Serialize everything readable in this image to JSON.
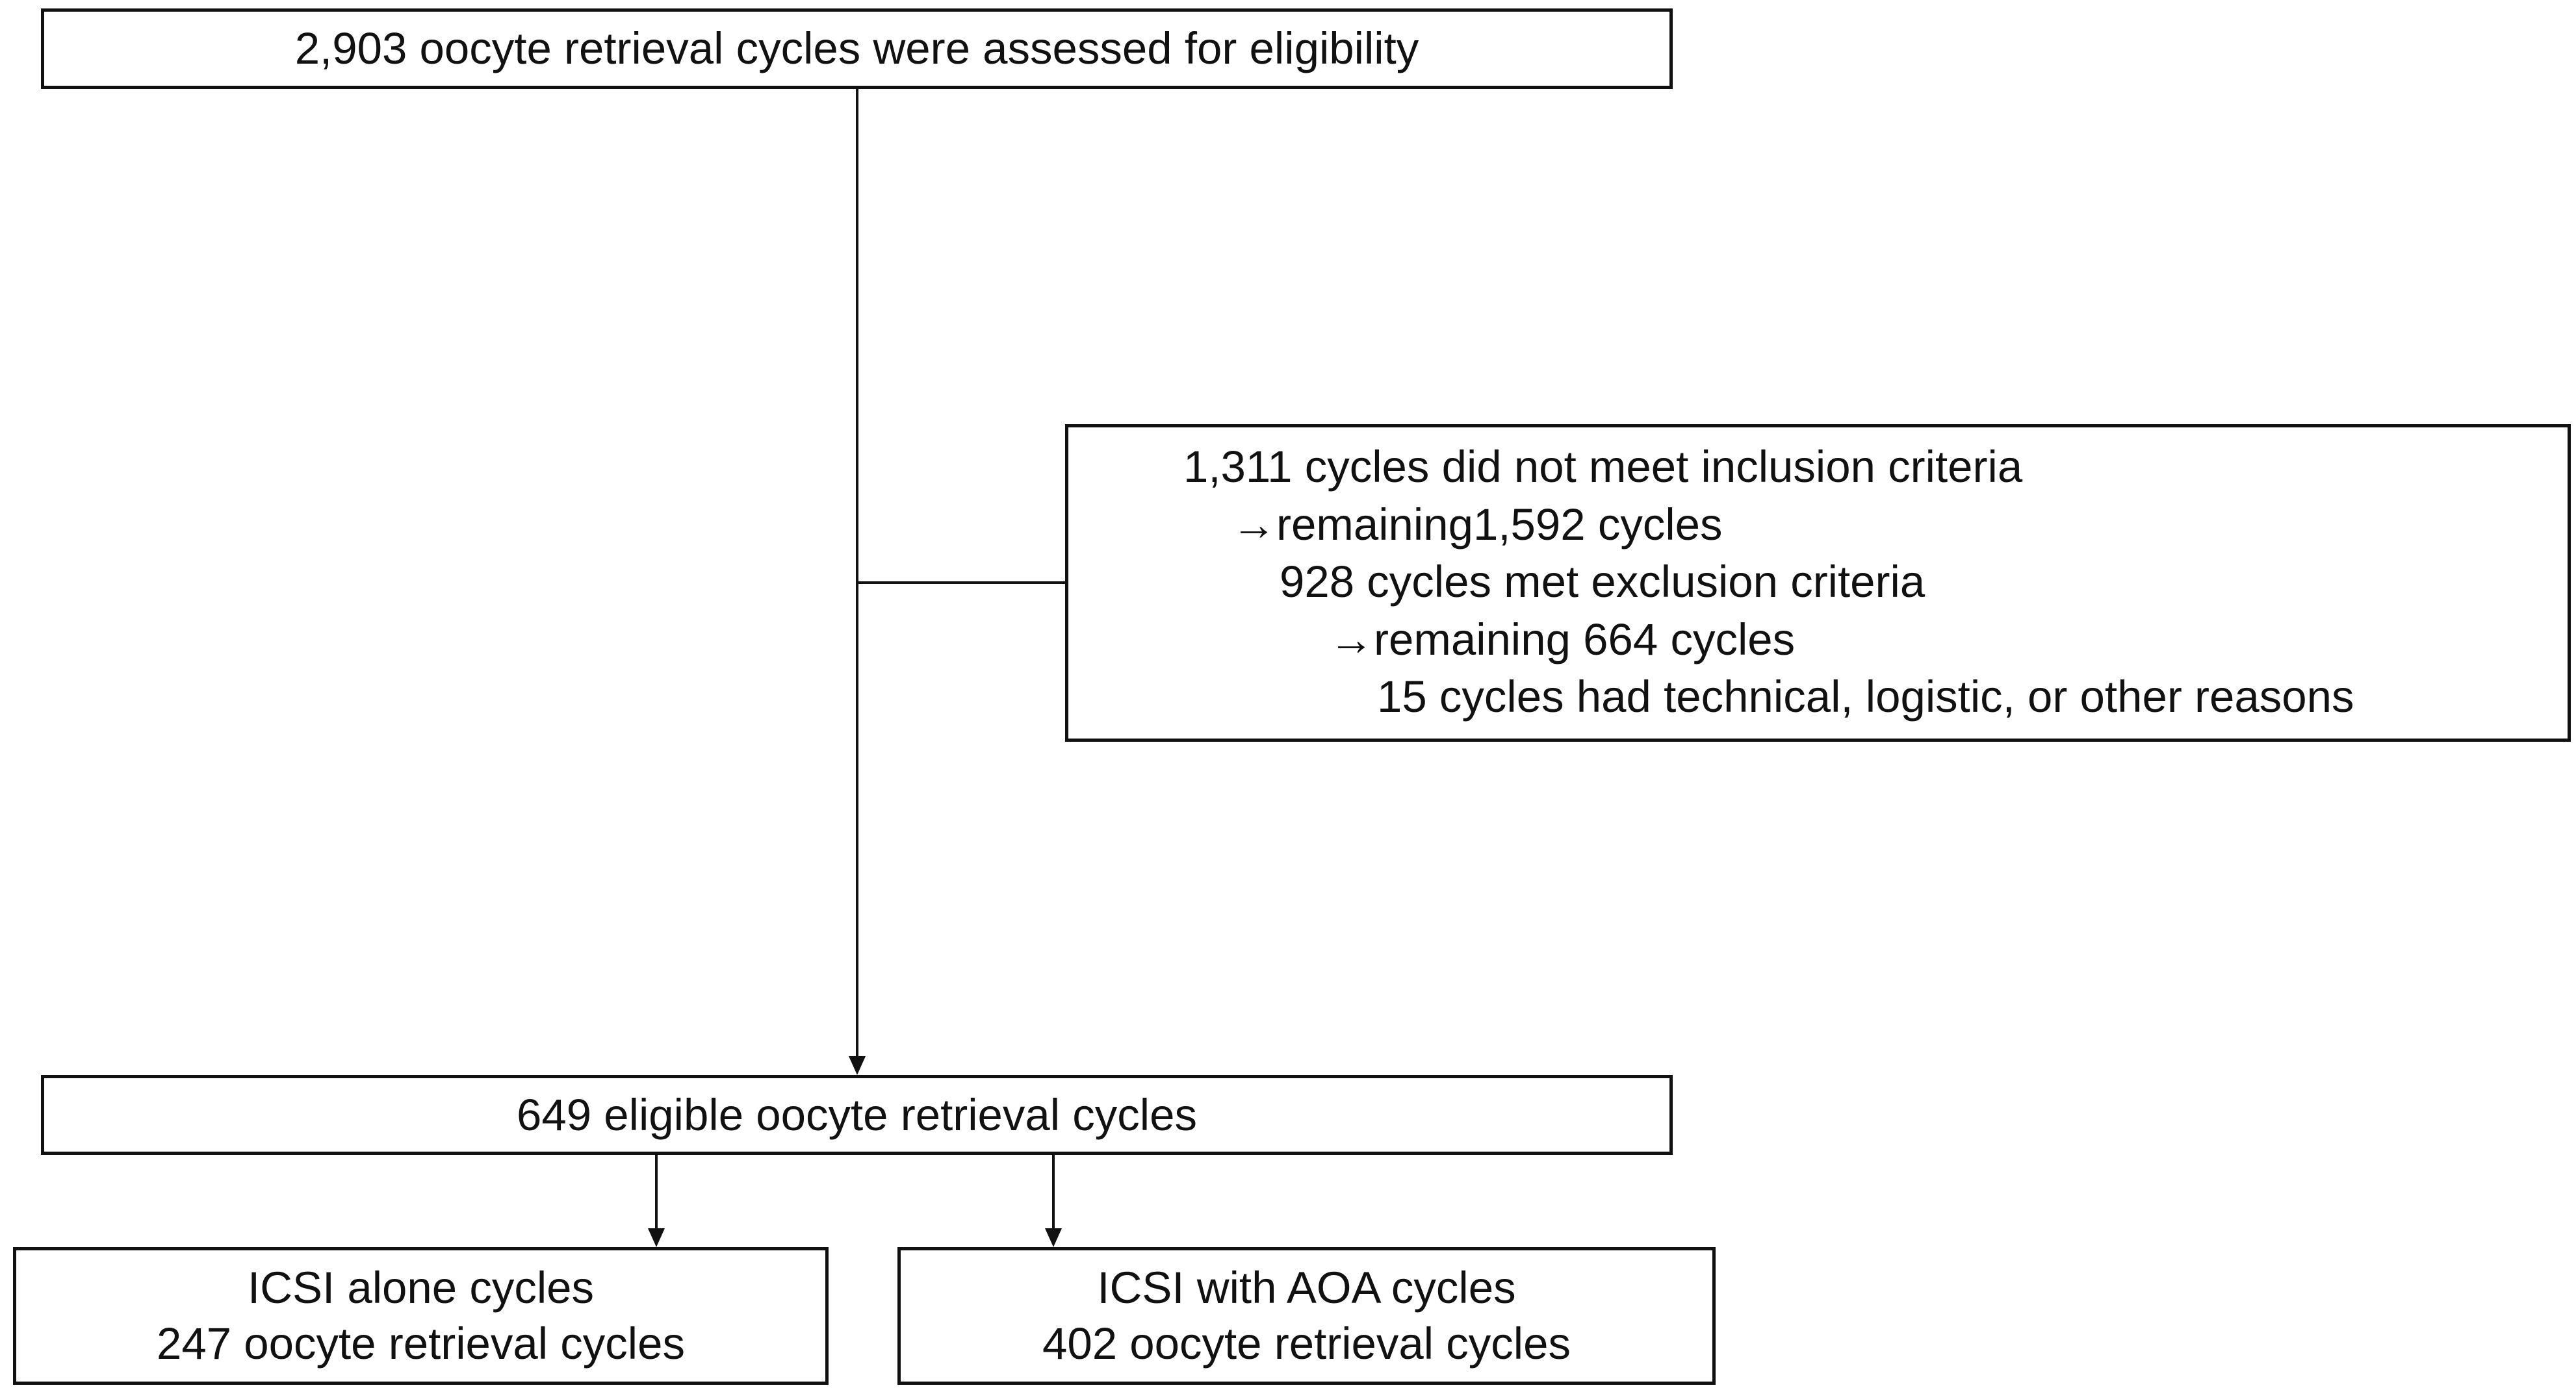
{
  "flowchart": {
    "assessed": "2,903 oocyte retrieval cycles were assessed for eligibility",
    "exclusion": {
      "lines": [
        "1,311 cycles did not meet inclusion criteria",
        "→remaining1,592 cycles",
        "928 cycles met exclusion criteria",
        "→remaining 664 cycles",
        "15 cycles had technical, logistic, or other reasons"
      ]
    },
    "eligible": "649 eligible oocyte retrieval cycles",
    "groups": [
      {
        "title": "ICSI alone cycles",
        "count": "247 oocyte retrieval cycles"
      },
      {
        "title": "ICSI with AOA cycles",
        "count": "402 oocyte retrieval cycles"
      }
    ]
  }
}
